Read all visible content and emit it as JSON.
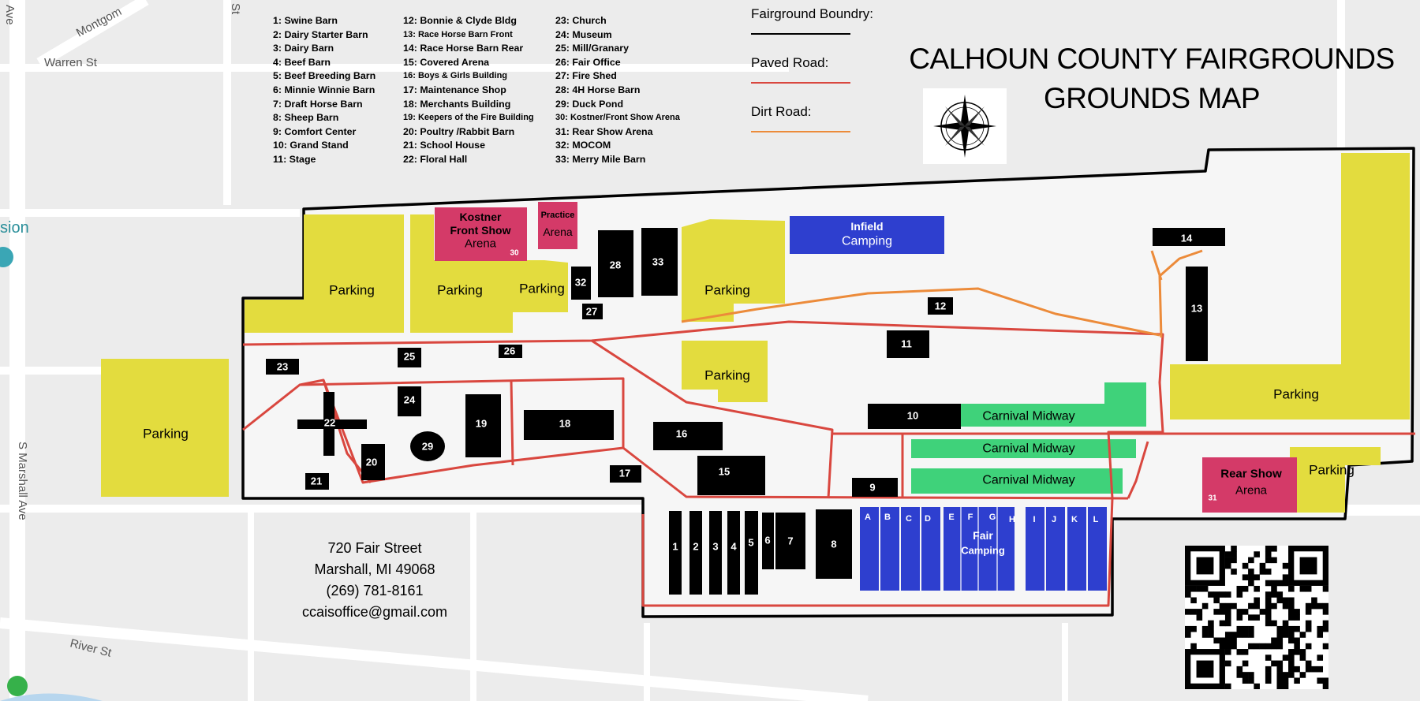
{
  "title": {
    "line1": "CALHOUN COUNTY FAIRGROUNDS",
    "line2": "GROUNDS MAP"
  },
  "legend": {
    "col1": [
      "1: Swine Barn",
      "2: Dairy Starter Barn",
      "3: Dairy Barn",
      "4: Beef Barn",
      "5: Beef Breeding Barn",
      "6: Minnie Winnie Barn",
      "7: Draft Horse Barn",
      "8: Sheep Barn",
      "9: Comfort Center",
      "10: Grand Stand",
      "11: Stage"
    ],
    "col2": [
      "12: Bonnie & Clyde Bldg",
      "13: Race Horse Barn Front",
      "14: Race Horse Barn Rear",
      "15: Covered Arena",
      "16: Boys & Girls Building",
      "17: Maintenance Shop",
      "18: Merchants Building",
      "19: Keepers of the Fire Building",
      "20: Poultry /Rabbit Barn",
      "21: School House",
      "22: Floral Hall"
    ],
    "col3": [
      "23: Church",
      "24: Museum",
      "25: Mill/Granary",
      "26: Fair Office",
      "27: Fire Shed",
      "28: 4H Horse Barn",
      "29: Duck Pond",
      "30: Kostner/Front Show Arena",
      "31: Rear Show Arena",
      "32: MOCOM",
      "33: Merry Mile Barn"
    ]
  },
  "key": {
    "boundary": "Fairground Boundry:",
    "paved": "Paved Road:",
    "dirt": "Dirt Road:",
    "paved_color": "#d9473f",
    "dirt_color": "#ec8b3a"
  },
  "colors": {
    "parking": "#e3dc3e",
    "arena": "#d43a68",
    "camping": "#2e3fcf",
    "midway": "#3fd27a",
    "building": "#000000"
  },
  "streets": {
    "montgomery": "Montgom",
    "warren": "Warren St",
    "s_marshall": "S Marshall Ave",
    "river": "River St",
    "ave": "Ave",
    "st": "St",
    "sion": "sion"
  },
  "zones": {
    "parking": "Parking",
    "infield": [
      "Infield",
      "Camping"
    ],
    "kostner": [
      "Kostner",
      "Front Show",
      "Arena"
    ],
    "kostner_num": "30",
    "practice": [
      "Practice",
      "Arena"
    ],
    "rear_show": [
      "Rear Show",
      "Arena"
    ],
    "rear_num": "31",
    "midway": "Carnival Midway",
    "fair_camping": [
      "Fair",
      "Camping"
    ],
    "camping_letters": [
      "A",
      "B",
      "C",
      "D",
      "E",
      "F",
      "G",
      "H",
      "I",
      "J",
      "K",
      "L"
    ]
  },
  "buildings": [
    "1",
    "2",
    "3",
    "4",
    "5",
    "6",
    "7",
    "8",
    "9",
    "10",
    "11",
    "12",
    "13",
    "14",
    "15",
    "16",
    "17",
    "18",
    "19",
    "20",
    "21",
    "22",
    "23",
    "24",
    "25",
    "26",
    "27",
    "28",
    "29",
    "32",
    "33"
  ],
  "address": {
    "street": "720 Fair Street",
    "city": "Marshall, MI 49068",
    "phone": "(269) 781-8161",
    "email": "ccaisoffice@gmail.com"
  }
}
